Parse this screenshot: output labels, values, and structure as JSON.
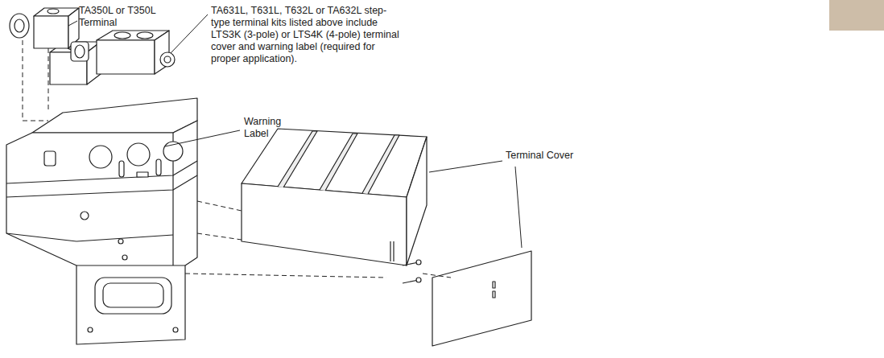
{
  "diagram": {
    "labels": [
      "TA350L or T350L Terminal",
      "TA631L, T631L, T632L or TA632L step-type terminal kits listed above include LTS3K (3-pole) or LTS4K (4-pole) terminal cover and warning label (required for proper application).",
      "Warning Label",
      "Terminal Cover"
    ]
  }
}
